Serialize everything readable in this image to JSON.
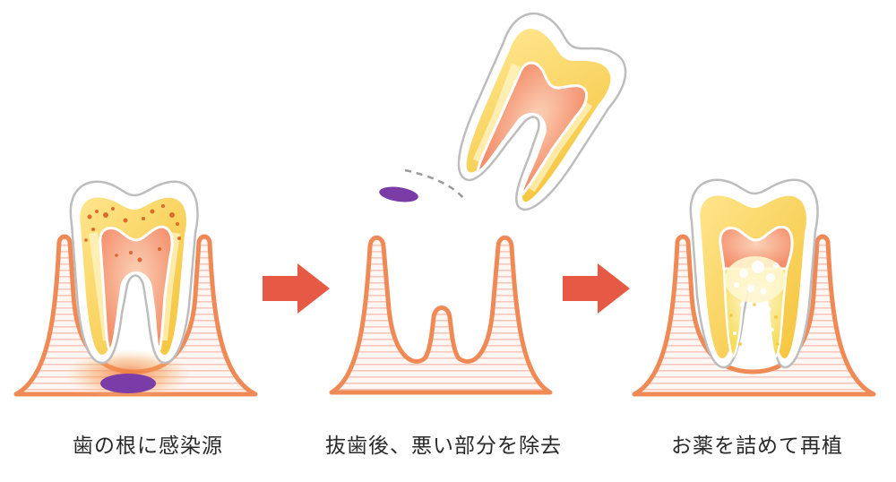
{
  "steps": [
    {
      "caption": "歯の根に感染源"
    },
    {
      "caption": "抜歯後、悪い部分を除去"
    },
    {
      "caption": "お薬を詰めて再植"
    }
  ],
  "colors": {
    "gum": "#f5b08a",
    "gum_outline": "#ef8a57",
    "gum_stripe": "#fbd6cc",
    "enamel": "#ffffff",
    "dentin": "#f9d455",
    "dentin_light": "#fff6c0",
    "pulp": "#f7906e",
    "infection": "#7a3ca6",
    "arrow": "#e65a45",
    "medicine": "#fff3a8"
  },
  "icons": [
    "infected-tooth",
    "extracted-tooth",
    "replanted-tooth",
    "right-arrow-icon"
  ]
}
